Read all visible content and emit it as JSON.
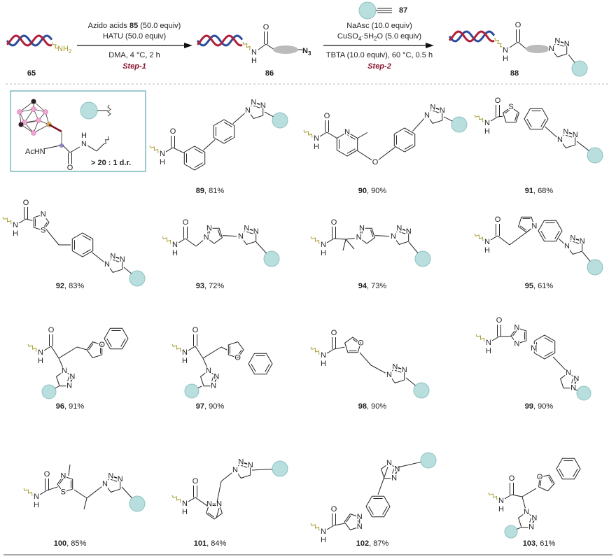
{
  "reaction": {
    "sm_label": "65",
    "sm_group": "NH",
    "sm_group_sub": "2",
    "step1": {
      "line1_pre": "Azido acids ",
      "line1_num": "85",
      "line1_post": " (50.0 equiv)",
      "line2": "HATU (50.0 equiv)",
      "line3": "DMA, 4 °C, 2 h",
      "step": "Step-1"
    },
    "int_label": "86",
    "azide_N": "N",
    "azide_sub": "3",
    "alkyne_label": "87",
    "step2": {
      "line1": "NaAsc (10.0 equiv)",
      "line2_pre": "CuSO",
      "line2_sub1": "4",
      "line2_mid": "·5H",
      "line2_sub2": "2",
      "line2_post": "O (5.0 equiv)",
      "line3": "TBTA (10.0 equiv), 60 °C, 0.5 h",
      "step": "Step-2"
    },
    "prod_label": "88"
  },
  "inset": {
    "acyl": "AcHN",
    "dr": "> 20 : 1 d.r."
  },
  "atoms": {
    "N": "N",
    "O": "O",
    "H": "H",
    "S": "S"
  },
  "compounds": [
    {
      "id": "89",
      "yield": ", 81%"
    },
    {
      "id": "90",
      "yield": ", 90%"
    },
    {
      "id": "91",
      "yield": ", 68%"
    },
    {
      "id": "92",
      "yield": ", 83%"
    },
    {
      "id": "93",
      "yield": ", 72%"
    },
    {
      "id": "94",
      "yield": ", 73%"
    },
    {
      "id": "95",
      "yield": ", 61%"
    },
    {
      "id": "96",
      "yield": ", 91%"
    },
    {
      "id": "97",
      "yield": ", 90%"
    },
    {
      "id": "98",
      "yield": ", 90%"
    },
    {
      "id": "99",
      "yield": ", 90%"
    },
    {
      "id": "100",
      "yield": ", 85%"
    },
    {
      "id": "101",
      "yield": ", 84%"
    },
    {
      "id": "102",
      "yield": ", 87%"
    },
    {
      "id": "103",
      "yield": ", 61%"
    }
  ],
  "colors": {
    "teal": "#b9dede",
    "dna_red": "#b0203a",
    "dna_blue": "#2b4c9c",
    "linker": "#a59b2c",
    "step": "#8a1530",
    "box": "#7fb8c0"
  }
}
